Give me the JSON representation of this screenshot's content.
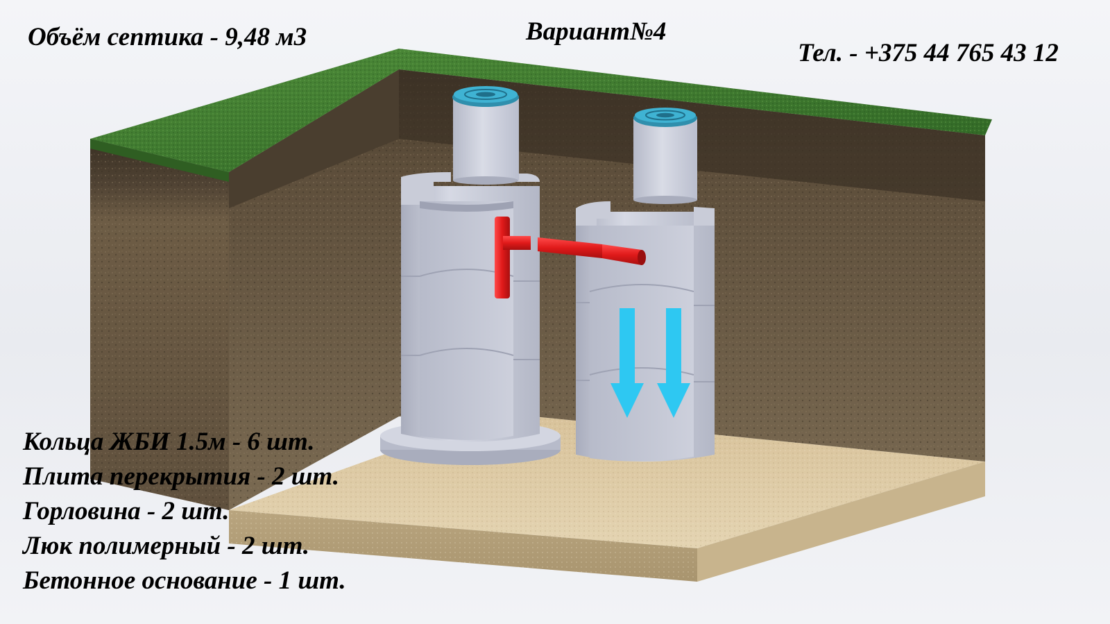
{
  "header": {
    "volume": "Объём септика - 9,48 м3",
    "variant": "Вариант№4",
    "phone": "Тел. - +375 44 765 43 12"
  },
  "materials": [
    "Кольца ЖБИ 1.5м - 6 шт.",
    "Плита перекрытия - 2 шт.",
    "Горловина - 2 шт.",
    "Люк полимерный - 2 шт.",
    "Бетонное основание - 1 шт."
  ],
  "colors": {
    "grass": "#3f7a2f",
    "soil": "#6b5a43",
    "sand": "#d9c6a0",
    "concrete": "#c2c6d4",
    "manhole_cover": "#3fb3d3",
    "pipe": "#e01a1a",
    "flow_arrow": "#2ec8f2"
  },
  "icons": {
    "flow": "down-arrow-icon",
    "cover": "manhole-cover-icon"
  }
}
